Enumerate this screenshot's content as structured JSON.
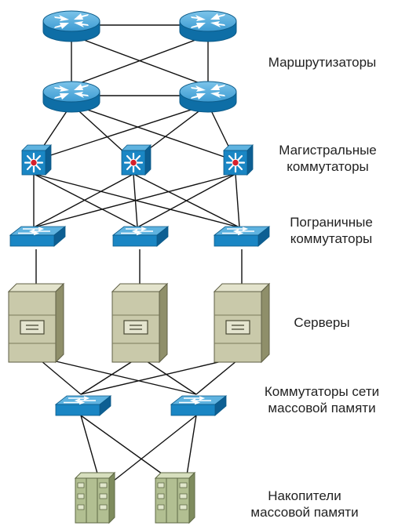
{
  "labels": {
    "routers": "Маршрутизаторы",
    "core_line1": "Магистральные",
    "core_line2": "коммутаторы",
    "edge_line1": "Пограничные",
    "edge_line2": "коммутаторы",
    "servers": "Серверы",
    "san_line1": "Коммутаторы сети",
    "san_line2": "массовой памяти",
    "storage_line1": "Накопители",
    "storage_line2": "массовой памяти"
  },
  "colors": {
    "device_blue": "#1a86c4",
    "device_blue_light": "#5fb3e0",
    "server_fill": "#c9c9aa",
    "server_dark": "#8f8f6a",
    "storage_fill": "#b2bf92",
    "line": "#111111",
    "core_center": "#d6202c"
  }
}
